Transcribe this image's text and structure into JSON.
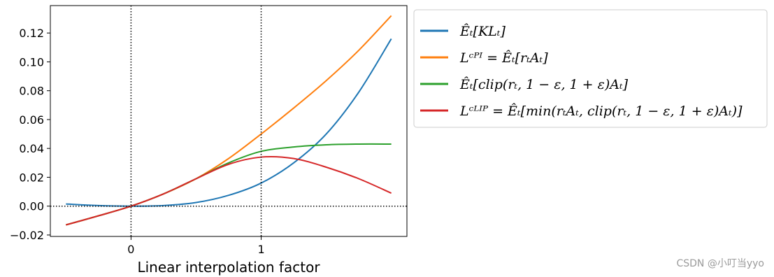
{
  "chart_data": {
    "type": "line",
    "title": "",
    "xlabel": "Linear interpolation factor",
    "ylabel": "",
    "xlim": [
      -0.62,
      2.12
    ],
    "ylim": [
      -0.021,
      0.139
    ],
    "x_ticks": [
      0,
      1
    ],
    "x_tick_labels": [
      "0",
      "1"
    ],
    "y_ticks": [
      -0.02,
      0.0,
      0.02,
      0.04,
      0.06,
      0.08,
      0.1,
      0.12
    ],
    "y_tick_labels": [
      "−0.02",
      "0.00",
      "0.02",
      "0.04",
      "0.06",
      "0.08",
      "0.10",
      "0.12"
    ],
    "reference_lines": {
      "vertical_x": [
        0,
        1
      ],
      "horizontal_y": [
        0
      ],
      "style": "dotted"
    },
    "grid": false,
    "legend_position": "outside-right-top",
    "x": [
      -0.5,
      -0.25,
      0,
      0.25,
      0.5,
      0.75,
      1,
      1.25,
      1.5,
      1.75,
      2
    ],
    "series": [
      {
        "name": "Ê_t[KL_t]",
        "legend_text": "Êₜ[KLₜ]",
        "color": "#1f77b4",
        "values": [
          0.0015,
          0.0004,
          0.0,
          0.0004,
          0.0025,
          0.0075,
          0.016,
          0.03,
          0.05,
          0.079,
          0.116
        ]
      },
      {
        "name": "L^CPI = Ê_t[r_t A_t]",
        "legend_text": "Lᶜᴾᴵ = Êₜ[rₜAₜ]",
        "color": "#ff7f0e",
        "values": [
          -0.013,
          -0.0067,
          0.0,
          0.0085,
          0.019,
          0.033,
          0.05,
          0.068,
          0.087,
          0.108,
          0.132
        ]
      },
      {
        "name": "Ê_t[clip(r_t, 1−ε, 1+ε)A_t]",
        "legend_text": "Êₜ[clip(rₜ, 1 − ε, 1 + ε)Aₜ]",
        "color": "#2ca02c",
        "values": [
          -0.013,
          -0.0067,
          0.0,
          0.0085,
          0.019,
          0.03,
          0.038,
          0.041,
          0.0425,
          0.043,
          0.043
        ]
      },
      {
        "name": "L^CLIP = Ê_t[min(r_t A_t, clip(r_t, 1−ε, 1+ε)A_t)]",
        "legend_text": "Lᶜᴸᴵᴾ = Êₜ[min(rₜAₜ, clip(rₜ, 1 − ε, 1 + ε)Aₜ)]",
        "color": "#d62728",
        "values": [
          -0.013,
          -0.0067,
          0.0,
          0.0085,
          0.019,
          0.029,
          0.034,
          0.033,
          0.027,
          0.019,
          0.009
        ]
      }
    ]
  },
  "watermark": "CSDN @小叮当yyo"
}
